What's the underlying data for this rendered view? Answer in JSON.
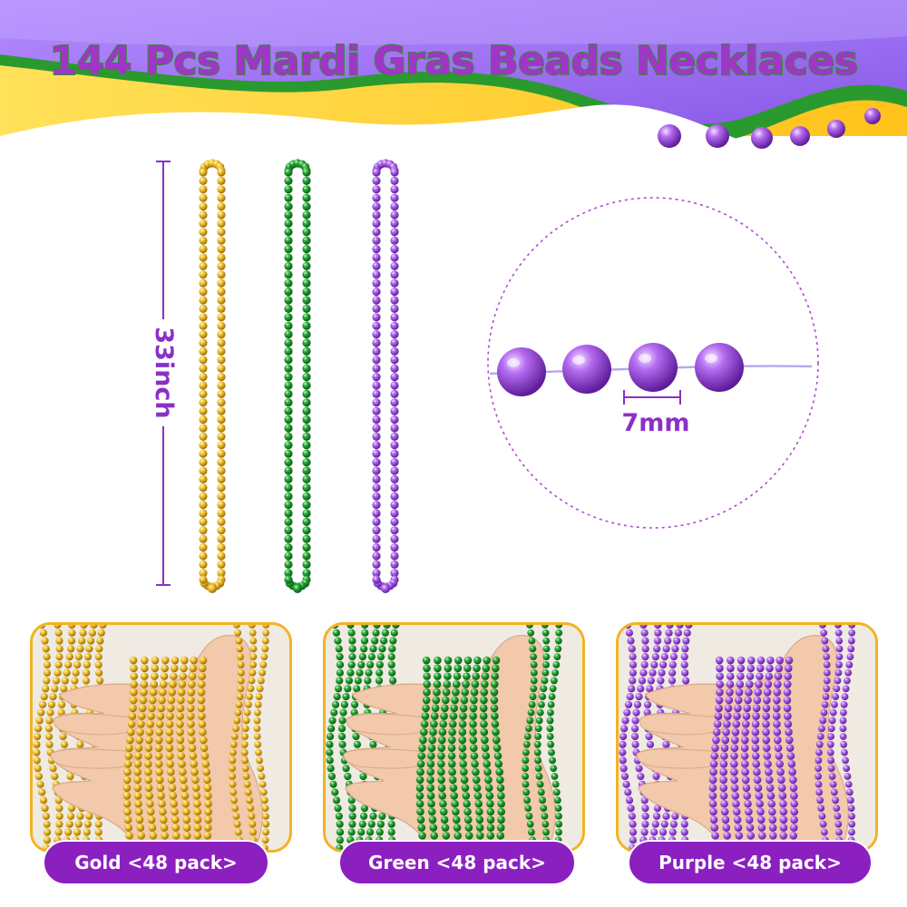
{
  "header": {
    "title": "144 Pcs Mardi Gras Beads Necklaces"
  },
  "colors": {
    "gold": "#e8b018",
    "green": "#1e9e2e",
    "purple": "#8a30c8",
    "title_fill": "#a035c8",
    "title_stroke": "#2f8f2e",
    "wave_yellow": "#ffd23a",
    "wave_green": "#2a9a2f",
    "wave_purple": "#9b6df0",
    "pill_purple": "#8c1fc0"
  },
  "dimensions": {
    "length_label": "33inch",
    "bead_size_label": "7mm"
  },
  "packs": [
    {
      "name": "gold",
      "label": "Gold <48 pack>"
    },
    {
      "name": "green",
      "label": "Green <48 pack>"
    },
    {
      "name": "purple",
      "label": "Purple <48 pack>"
    }
  ],
  "icons": {
    "necklace": "necklace-icon",
    "bead": "bead-icon",
    "hand": "hand-icon"
  }
}
